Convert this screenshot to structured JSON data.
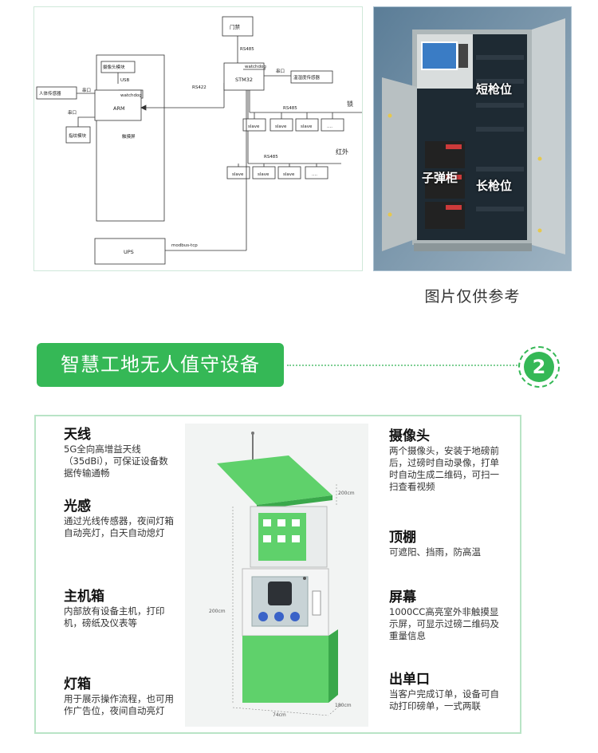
{
  "diagram": {
    "gate_box": "门禁",
    "camera_module": "摄像头模块",
    "usb": "USB",
    "watchdog_arm": "watchdog",
    "arm": "ARM",
    "touchscreen": "触摸屏",
    "human_sensor": "人体传感器",
    "serial_left": "串口",
    "serial_left2": "串口",
    "fingerprint": "指纹模块",
    "rs422": "RS422",
    "rs485_top": "RS485",
    "watchdog_stm": "watchdog",
    "stm32": "STM32",
    "serial_right": "串口",
    "temp_sensor": "温湿度传感器",
    "rs485_lock": "RS485",
    "lock_label": "锁",
    "rs485_ir": "RS485",
    "ir_label": "红外",
    "slave": "slave",
    "ellipsis": "....",
    "ups": "UPS",
    "modbus": "modbus-tcp"
  },
  "photo": {
    "short_gun": "短枪位",
    "ammo": "子弹柜",
    "long_gun": "长枪位",
    "caption": "图片仅供参考"
  },
  "section": {
    "title": "智慧工地无人值守设备",
    "number": "2"
  },
  "features": {
    "antenna": {
      "title": "天线",
      "desc": "5G全向高增益天线（35dBi），可保证设备数据传输通畅"
    },
    "light": {
      "title": "光感",
      "desc": "通过光线传感器，夜间灯箱自动亮灯，白天自动熄灯"
    },
    "host": {
      "title": "主机箱",
      "desc": "内部放有设备主机，打印机，磅纸及仪表等"
    },
    "lightbox": {
      "title": "灯箱",
      "desc": "用于展示操作流程，也可用作广告位，夜间自动亮灯"
    },
    "camera": {
      "title": "摄像头",
      "desc": "两个摄像头，安装于地磅前后，过磅时自动录像，打单时自动生成二维码，可扫一扫查看视频"
    },
    "canopy": {
      "title": "顶棚",
      "desc": "可遮阳、挡雨，防高温"
    },
    "screen": {
      "title": "屏幕",
      "desc": "1000CC高亮室外非触摸显示屏，可显示过磅二维码及重量信息"
    },
    "exit": {
      "title": "出单口",
      "desc": "当客户完成订单，设备可自动打印磅单，一式两联"
    }
  },
  "dims": {
    "canopy_h": "200cm",
    "total_h": "200cm",
    "width": "74cm",
    "depth": "180cm"
  },
  "colors": {
    "green": "#35b856",
    "device_green": "#5fd16b"
  }
}
